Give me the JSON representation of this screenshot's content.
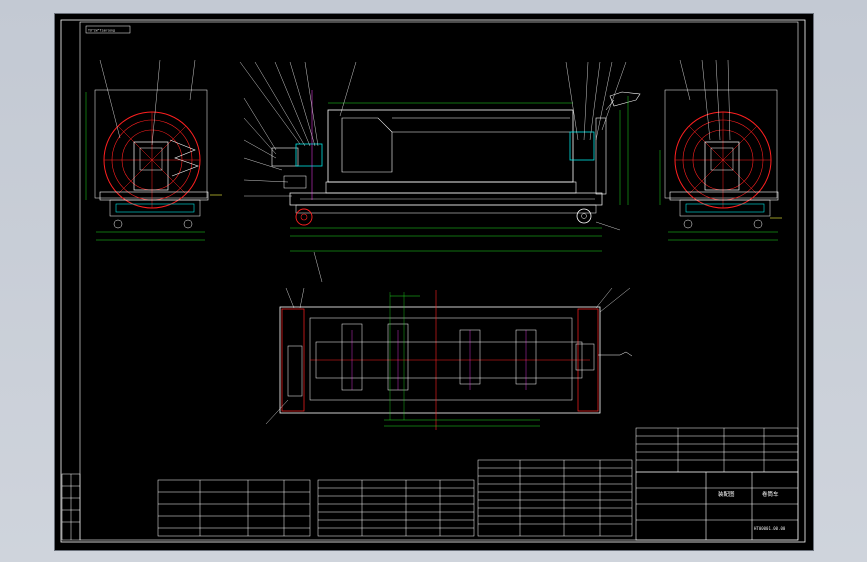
{
  "drawing": {
    "title_top_left": "TU\"LW\"Tianlong",
    "part_name": "卷筒车",
    "drawing_no": "HT00001.00.00",
    "label_assembly": "装配图",
    "colors": {
      "background": "#000000",
      "outline": "#ffffff",
      "red": "#ff2020",
      "cyan": "#00e8e8",
      "green": "#20e020",
      "magenta": "#ff40ff",
      "yellow": "#ffff40"
    }
  }
}
